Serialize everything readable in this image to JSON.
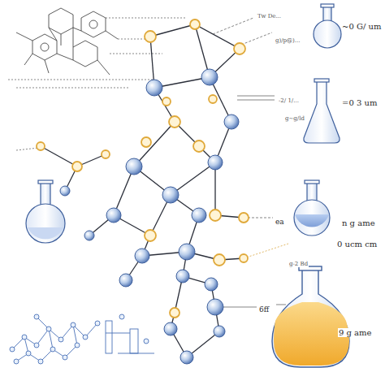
{
  "diagram": {
    "labels": [
      "Tw De...",
      "~0 G/ um",
      "g)/p@)...",
      "=0 3 um",
      "-2/ 1/...",
      "g~g/ld",
      "ea",
      "n g ame",
      "0 ucm cm",
      "g-2 Bd",
      "6ff",
      "9 g ame"
    ]
  }
}
